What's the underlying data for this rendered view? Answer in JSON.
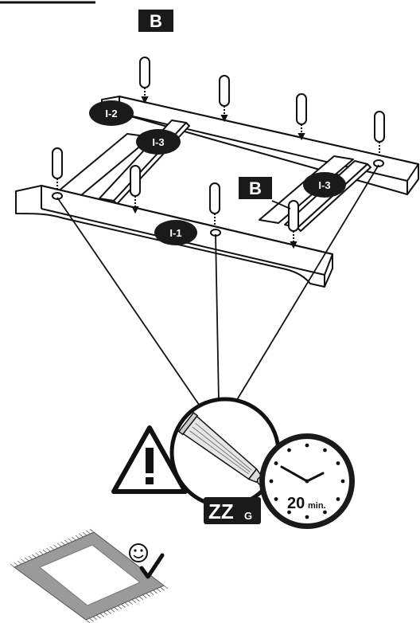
{
  "callouts": {
    "part_b_top": "B",
    "part_b_side": "B",
    "rail_front": "I-1",
    "rail_back": "I-2",
    "slat_left": "I-3",
    "slat_right": "I-3"
  },
  "glue": {
    "label_main": "ZZ",
    "label_sub": "G"
  },
  "timer": {
    "value": "20",
    "unit": "min."
  },
  "icons": {
    "warning": "warning-triangle-icon",
    "glue_tube": "glue-tube-icon",
    "clock": "clock-icon",
    "smiley": "smiley-icon",
    "checkmark": "checkmark-icon",
    "rug": "rug-icon"
  },
  "colors": {
    "ink": "#111111",
    "callout_fill": "#1a1a1a",
    "rug_border": "#9a9a9a",
    "tube": "#e6e6e6"
  }
}
